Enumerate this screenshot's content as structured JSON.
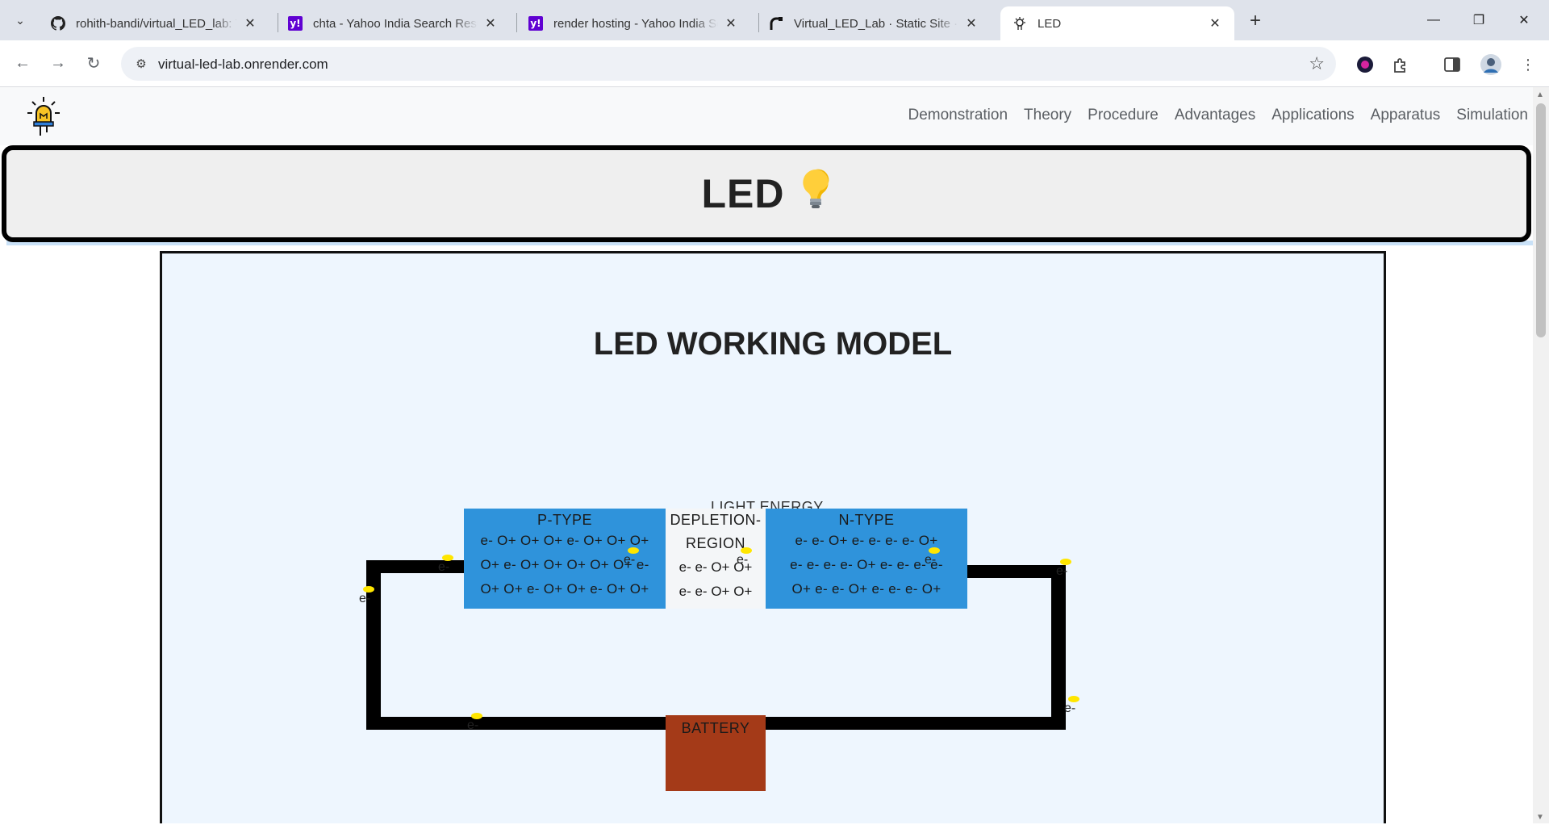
{
  "browser": {
    "tabs": [
      {
        "title": "rohith-bandi/virtual_LED_lab: Th",
        "favicon": "github-icon"
      },
      {
        "title": "chta - Yahoo India Search Results",
        "favicon": "yahoo-icon"
      },
      {
        "title": "render hosting - Yahoo India Search",
        "favicon": "yahoo-icon"
      },
      {
        "title": "Virtual_LED_Lab · Static Site · Render",
        "favicon": "render-icon"
      },
      {
        "title": "LED",
        "favicon": "led-favicon-icon",
        "active": true
      }
    ],
    "url": "virtual-led-lab.onrender.com"
  },
  "site": {
    "nav_links": [
      "Demonstration",
      "Theory",
      "Procedure",
      "Advantages",
      "Applications",
      "Apparatus",
      "Simulation"
    ],
    "hero_title": "LED",
    "hero_emoji": "bulb-icon"
  },
  "model": {
    "title": "LED WORKING MODEL",
    "light_energy": "LIGHT ENERGY",
    "p_type": {
      "label": "P-TYPE",
      "rows": [
        "e- O+ O+ O+ e- O+ O+ O+",
        "O+ e- O+ O+ O+ O+ O+ e-",
        "O+ O+ e- O+ O+ e- O+ O+"
      ]
    },
    "depletion": {
      "label_line1": "DEPLETION-",
      "label_line2": "REGION",
      "rows": [
        "e- e- O+ O+",
        "e- e- O+ O+"
      ]
    },
    "n_type": {
      "label": "N-TYPE",
      "rows": [
        "e- e- O+ e- e- e- e- O+",
        "e- e- e- e- O+ e- e- e- e-",
        "O+ e- e- O+ e- e- e- O+"
      ]
    },
    "battery_label": "BATTERY",
    "electron_label": "e-",
    "colors": {
      "semiconductor": "#2f93db",
      "depletion": "#f4f6f8",
      "battery": "#a43a18",
      "electron": "#ffe600",
      "wire": "#000000",
      "panel_bg": "#eef6fe"
    }
  }
}
